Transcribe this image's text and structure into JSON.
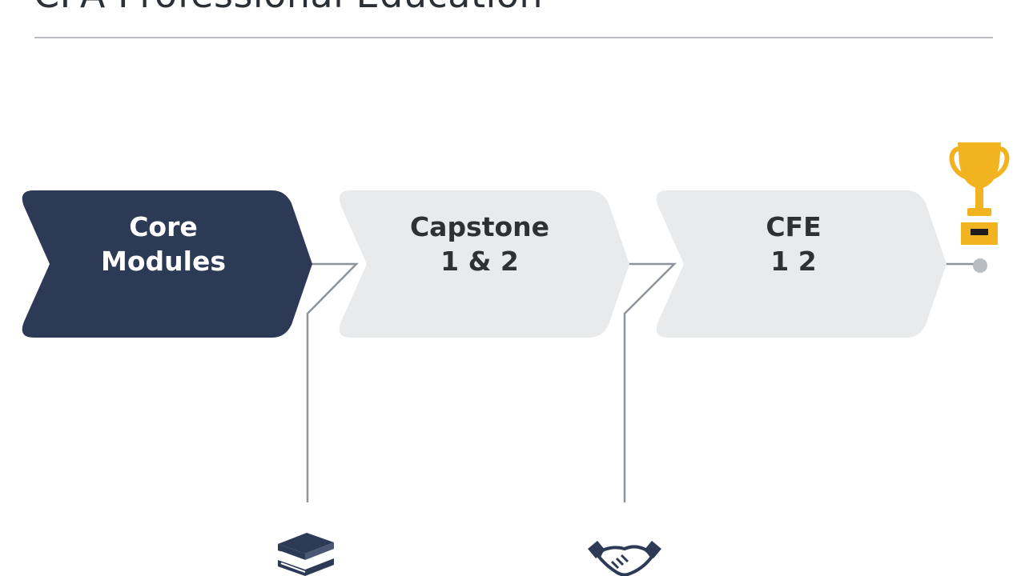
{
  "title": "CPA Professional Education",
  "steps": [
    {
      "line1": "Core",
      "line2": "Modules",
      "active": true
    },
    {
      "line1": "Capstone",
      "line2": "1 & 2",
      "active": false
    },
    {
      "line1": "CFE",
      "line2": "1 2",
      "active": false
    }
  ],
  "colors": {
    "active_fill": "#2d3a56",
    "active_text": "#ffffff",
    "inactive_fill": "#e9eaeb",
    "inactive_text": "#2f3033",
    "connector": "#8e949b",
    "trophy": "#f2b321"
  },
  "icons": [
    "books-icon",
    "handshake-icon",
    "trophy-icon"
  ]
}
